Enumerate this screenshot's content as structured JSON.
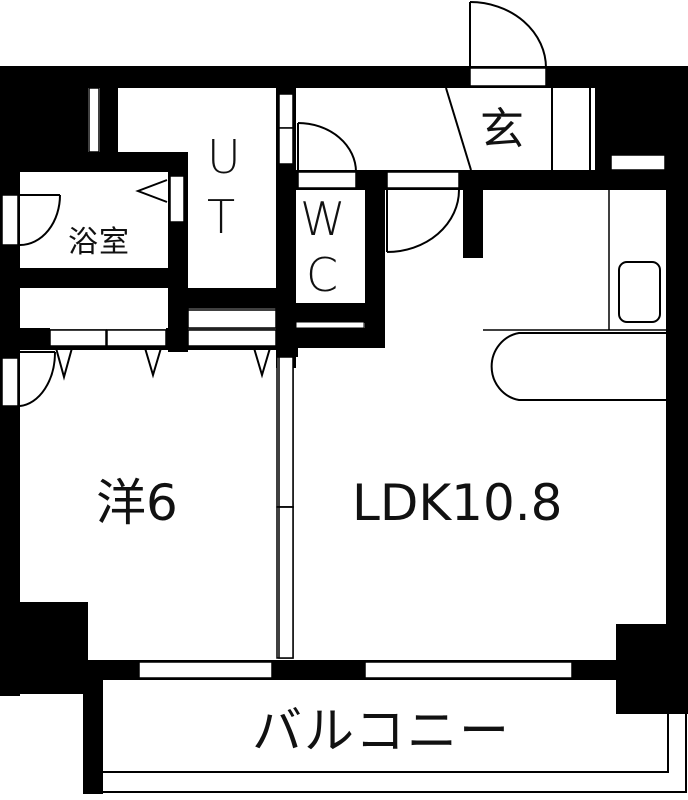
{
  "floorplan": {
    "rooms": {
      "bathroom": {
        "label": "浴室"
      },
      "utility": {
        "label_line1": "U",
        "label_line2": "T"
      },
      "toilet": {
        "label_line1": "W",
        "label_line2": "C"
      },
      "entrance": {
        "label": "玄"
      },
      "western_room": {
        "label": "洋6"
      },
      "ldk": {
        "label": "LDK10.8"
      },
      "balcony": {
        "label": "バルコニー"
      }
    },
    "colors": {
      "wall": "#000000",
      "background": "#ffffff",
      "line": "#111111"
    }
  }
}
